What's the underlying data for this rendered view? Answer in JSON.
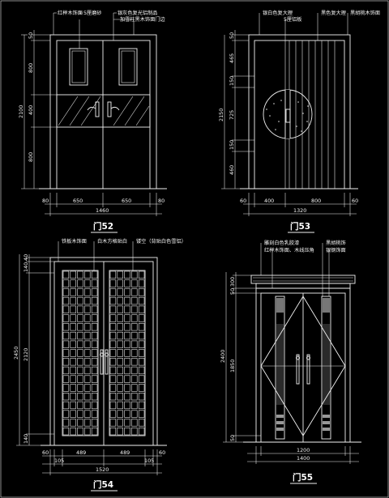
{
  "door52": {
    "title": "门52",
    "callouts": [
      "红榉木饰面",
      "5厘磨砂",
      "银灰色复光铝制品",
      "加雪柱黑木饰面门边"
    ],
    "dims_h": [
      "80",
      "650",
      "650",
      "80",
      "1460"
    ],
    "dims_v": [
      "50",
      "800",
      "400",
      "800",
      "2100"
    ]
  },
  "door53": {
    "title": "门53",
    "callouts": [
      "银白色复大理",
      "5厘铝板",
      "黑色复大理",
      "黑胡桃木饰面"
    ],
    "dims_h": [
      "60",
      "400",
      "800",
      "60",
      "1320"
    ],
    "dims_v": [
      "50",
      "465",
      "150",
      "725",
      "150",
      "460",
      "2150"
    ]
  },
  "door54": {
    "title": "门54",
    "callouts": [
      "铁板木饰面",
      "白木方格贴白",
      "镂空（背贴白色雪铝）"
    ],
    "dims_h": [
      "60",
      "105",
      "489",
      "489",
      "105",
      "60",
      "1520"
    ],
    "dims_v": [
      "40",
      "140",
      "2120",
      "140",
      "2450"
    ]
  },
  "door55": {
    "title": "门55",
    "callouts": [
      "雕刻白色乳胶漆",
      "红榉木饰面、木线压角",
      "黑胡桃饰",
      "银钢饰面"
    ],
    "dims_h": [
      "1200",
      "1400"
    ],
    "dims_v": [
      "300",
      "50",
      "1850",
      "50",
      "2400"
    ]
  }
}
